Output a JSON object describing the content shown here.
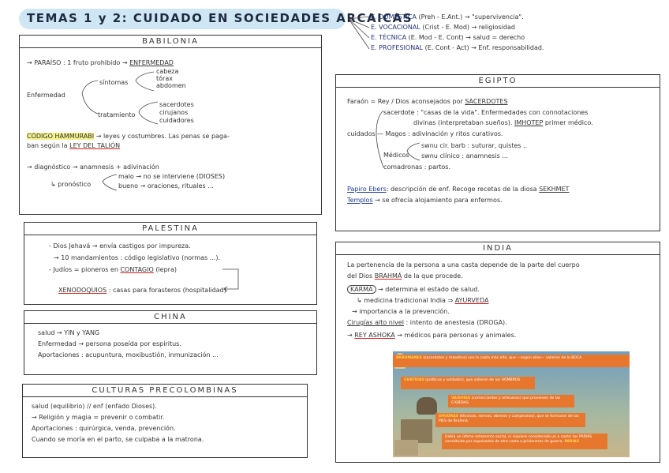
{
  "title": "TEMAS 1 y 2: CUIDADO EN SOCIEDADES ARCAICAS",
  "top_list": [
    {
      "label": "E. DOMÉSTICA",
      "rest": " (Preh - E.Ant.) → \"supervivencia\"."
    },
    {
      "label": "E. VOCACIONAL",
      "rest": " (Crist - E. Mod) → religiosidad"
    },
    {
      "label": "E. TÉCNICA",
      "rest": " (E. Mod - E. Cont) → salud = derecho"
    },
    {
      "label": "E. PROFESIONAL",
      "rest": " (E. Cont - Act) → Enf. responsabilidad."
    }
  ],
  "babilonia": {
    "heading": "BABILONIA",
    "paraiso": "→ PARAÍSO : 1 fruto prohibido →",
    "paraiso_u": "ENFERMEDAD",
    "enfermedad": "Enfermedad",
    "sintomas": "síntomas",
    "sintomas_items": [
      "cabeza",
      "tórax",
      "abdomen"
    ],
    "tratamiento": "tratamiento",
    "tratamiento_items": [
      "sacerdotes",
      "cirujanos",
      "cuidadores"
    ],
    "codigo_hl": "CÓDIGO HAMMURABI",
    "codigo_rest": " → leyes y costumbres. Las penas se paga-",
    "codigo_line2": "ban según la ",
    "codigo_ley": "LEY DEL TALIÓN",
    "diagnostico": "→ diagnóstico → anamnesis + adivinación",
    "pronostico": "↳ pronóstico",
    "pron_malo": "malo → no se interviene (DIOSES)",
    "pron_bueno": "bueno → oraciones, rituales ..."
  },
  "palestina": {
    "heading": "PALESTINA",
    "lines": [
      "- Dios Jehavá → envía castigos por impureza.",
      "→ 10 mandamientos : código legislativo (normas ...).",
      "- Judíos = pioneros en "
    ],
    "contagio": "CONTAGIO",
    "contagio_rest": " (lepra)",
    "xeno": "XENODOQUIOS",
    "xeno_rest": ": casas para forasteros (hospitalidad)"
  },
  "china": {
    "heading": "CHINA",
    "lines": [
      "salud → YIN y YANG",
      "Enfermedad → persona poseída por espíritus.",
      "Aportaciones : acupuntura, moxibustión, inmunización ..."
    ]
  },
  "precolombinas": {
    "heading": "CULTURAS PRECOLOMBINAS",
    "lines": [
      "salud (equilibrio) // enf (enfado Dioses).",
      "→ Religión y magia = prevenir o combatir.",
      "Aportaciones : quirúrgica, venda, prevención.",
      "Cuando se moría en el parto, se culpaba a la matrona."
    ]
  },
  "egipto": {
    "heading": "EGIPTO",
    "faraon": "Faraón = Rey / Dios aconsejados por ",
    "faraon_u": "SACERDOTES",
    "sacerdote": "sacerdote : \"casas de la vida\". Enfermedades con connotaciones",
    "divinas": "divinas (interpretaban sueños). ",
    "imhotep": "IMHOTEP",
    "imhotep_rest": " primer médico.",
    "cuidados": "cuidados",
    "magos": "— Magos : adivinación y ritos curativos.",
    "medicos": "Médicos",
    "swnu1": "swnu cir. barb : suturar, quistes ..",
    "swnu2": "swnu clínico : anamnesis ...",
    "comadronas": "comadronas : partos.",
    "papiro": "Papiro Ebers",
    "papiro_rest": ": descripción de enf. Recoge recetas de la diosa ",
    "sekhmet": "SEKHMET",
    "templos": "Templos",
    "templos_rest": " → se ofrecía alojamiento para enfermos."
  },
  "india": {
    "heading": "INDIA",
    "l1": "La pertenencia de la persona a una casta depende de la parte del cuerpo",
    "l2a": "del Dios ",
    "brahma": "BRAHMÁ",
    "l2b": " de la que procede.",
    "karma": "KARMA",
    "karma_rest": " → determina el estado de salud.",
    "ayur_pre": "↳ medicina tradicional India ⇒ ",
    "ayurveda": "AYURVEDA",
    "prev": "→ importancia a la prevención.",
    "ciru": "Cirugías alto nivel",
    "ciru_rest": " : intento de anestesia (DROGA).",
    "ashoka_pre": "→ ",
    "ashoka": "REY ASHOKA",
    "ashoka_rest": " → médicos para personas y animales.",
    "castes": [
      {
        "name": "BRAHMANES",
        "text": "(sacerdotes y maestros) son la casta más alta, que —según ellos— salieron de la BOCA"
      },
      {
        "name": "CHATRIAS",
        "text": "(políticos y soldados), que salieron de los HOMBROS"
      },
      {
        "name": "VAISHIAS",
        "text": "(comerciantes y artesanos) que provienen de las CADERAS"
      },
      {
        "name": "SHUDRAS",
        "text": "(técnicos, siervos, obreros y campesinos), que se formaron de los PIES de Brahmá."
      },
      {
        "name": "PARIAS",
        "text": "Había un último estamento social, ni siquiera considerado un a casta: los PARIAS constituido por expulsados de otra casta o prisioneros de guerra."
      }
    ]
  },
  "colors": {
    "title_bg": "#cfe6f5",
    "highlight": "#f4f08a",
    "accent_red": "#d62020",
    "caste_orange": "#e8772e",
    "image_blue": "#5b8fb5"
  }
}
